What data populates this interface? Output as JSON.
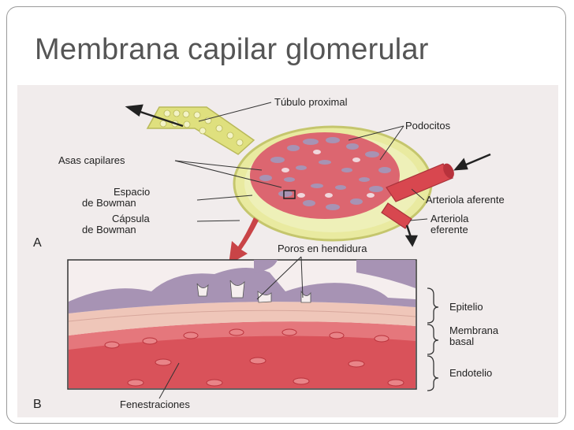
{
  "slide": {
    "title": "Membrana capilar glomerular"
  },
  "figure": {
    "panel_a": "A",
    "panel_b": "B",
    "labels": {
      "tubulo_proximal": "Túbulo proximal",
      "podocitos": "Podocitos",
      "asas_capilares": "Asas capilares",
      "espacio_bowman_1": "Espacio",
      "espacio_bowman_2": "de Bowman",
      "capsula_bowman_1": "Cápsula",
      "capsula_bowman_2": "de Bowman",
      "arteriola_aferente": "Arteriola aferente",
      "arteriola_eferente_1": "Arteriola",
      "arteriola_eferente_2": "eferente",
      "poros_hendidura": "Poros en hendidura",
      "epitelio": "Epitelio",
      "membrana_basal_1": "Membrana",
      "membrana_basal_2": "basal",
      "endotelio": "Endotelio",
      "fenestraciones": "Fenestraciones"
    },
    "colors": {
      "background": "#f1ecec",
      "capsule": "#e9eaa0",
      "tubule": "#dfe07e",
      "capillary_red": "#d8474f",
      "podocyte_purple": "#a793b4",
      "basal": "#efc6b9",
      "endothelium": "#d9525a",
      "arrow": "#c94447"
    }
  }
}
